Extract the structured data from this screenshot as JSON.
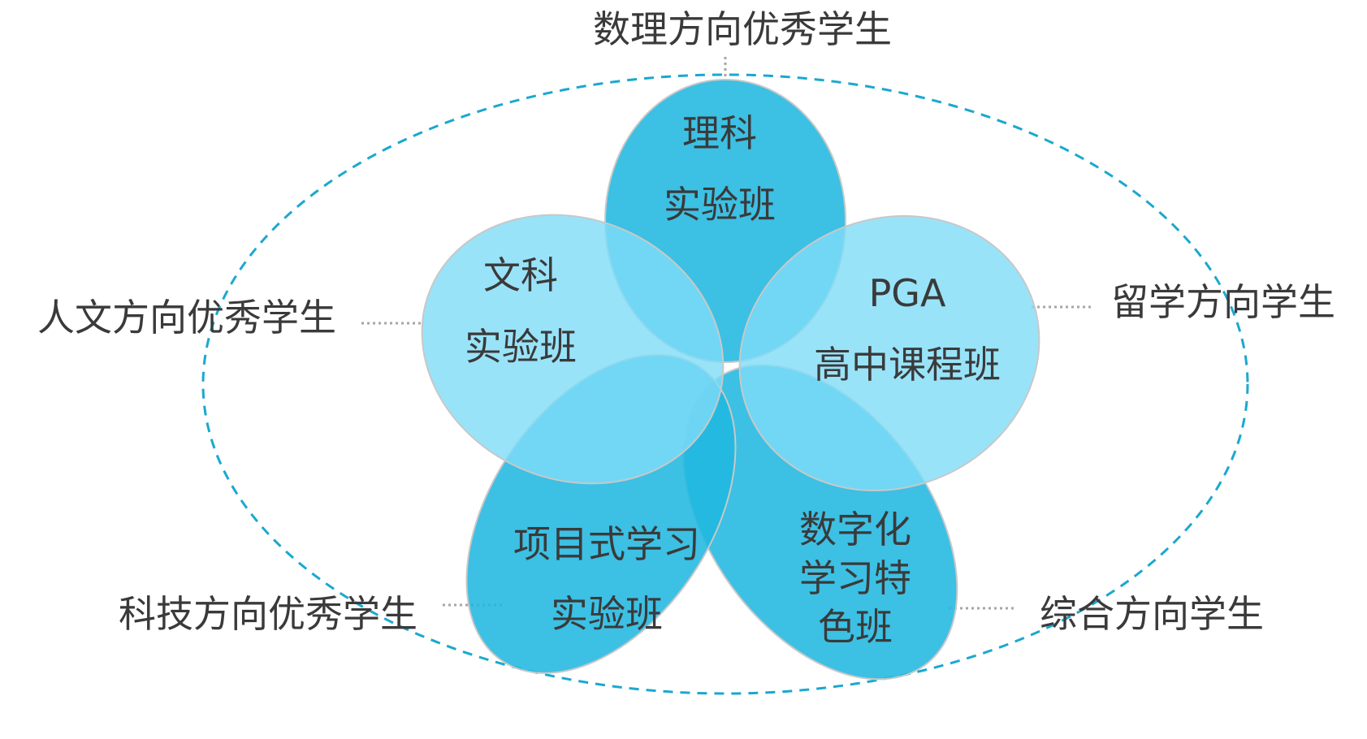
{
  "petals": {
    "science": {
      "line1": "理科",
      "line2": "实验班",
      "color": "#21b7e0"
    },
    "liberal_arts": {
      "line1": "文科",
      "line2": "实验班",
      "color": "#7fdcf8"
    },
    "pga": {
      "line1": "PGA",
      "line2": "高中课程班",
      "color": "#7fdcf8"
    },
    "project": {
      "line1": "项目式学习",
      "line2": "实验班",
      "color": "#21b7e0"
    },
    "digital": {
      "line1": "数字化",
      "line2": "学习特",
      "line3": "色班",
      "color": "#21b7e0"
    }
  },
  "outer": {
    "top": "数理方向优秀学生",
    "left": "人文方向优秀学生",
    "right": "留学方向学生",
    "bottom_left": "科技方向优秀学生",
    "bottom_right": "综合方向学生"
  },
  "colors": {
    "dashed_ellipse": "#1aa8d0",
    "connector": "#a6a6a6",
    "petal_outline": "#c8c8c8"
  }
}
